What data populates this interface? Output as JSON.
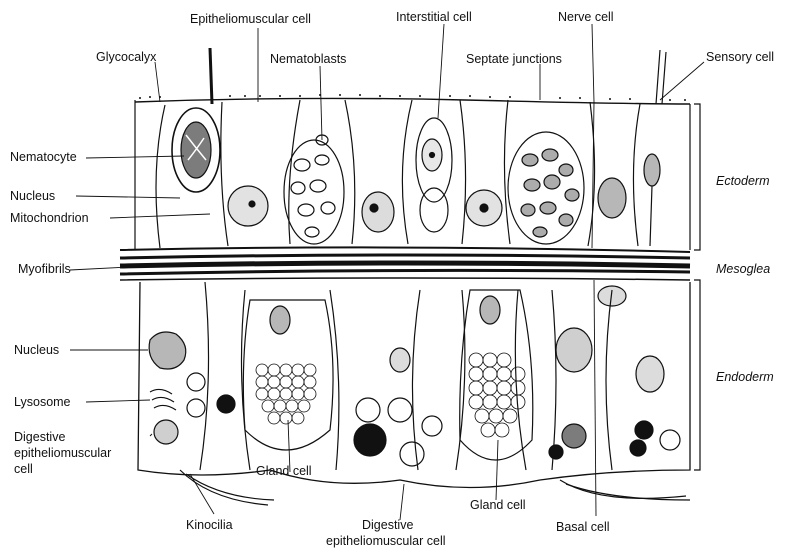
{
  "labels": {
    "epitheliomuscular_cell": "Epitheliomuscular cell",
    "interstitial_cell": "Interstitial cell",
    "nerve_cell": "Nerve cell",
    "glycocalyx": "Glycocalyx",
    "nematoblasts": "Nematoblasts",
    "septate_junctions": "Septate junctions",
    "sensory_cell": "Sensory cell",
    "nematocyte": "Nematocyte",
    "nucleus_top": "Nucleus",
    "mitochondrion": "Mitochondrion",
    "myofibrils": "Myofibrils",
    "nucleus_bottom": "Nucleus",
    "lysosome": "Lysosome",
    "digestive_cell_left_1": "Digestive",
    "digestive_cell_left_2": "epitheliomuscular",
    "digestive_cell_left_3": "cell",
    "gland_cell_left": "Gland cell",
    "gland_cell_right": "Gland cell",
    "basal_cell": "Basal cell",
    "kinocilia": "Kinocilia",
    "digestive_cell_bottom_1": "Digestive",
    "digestive_cell_bottom_2": "epitheliomuscular cell"
  },
  "layers": {
    "ectoderm": "Ectoderm",
    "mesoglea": "Mesoglea",
    "endoderm": "Endoderm"
  },
  "colors": {
    "ink": "#111111",
    "paper": "#ffffff"
  }
}
